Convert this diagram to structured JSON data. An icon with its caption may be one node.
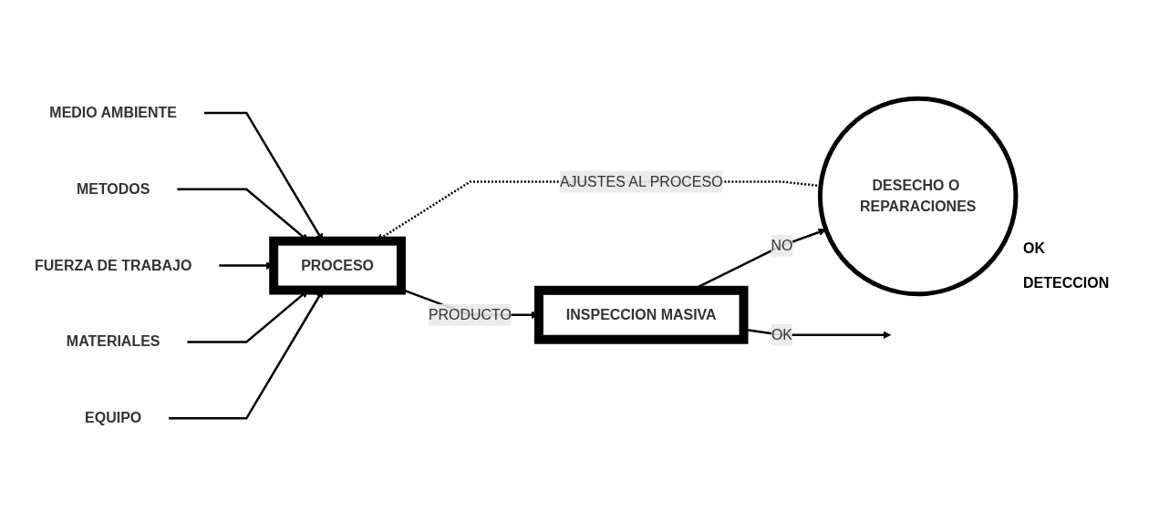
{
  "diagram": {
    "caption": "DETECCION",
    "nodes": [
      {
        "text": [
          "EQUIPO"
        ]
      },
      {
        "text": [
          "MATERIALES"
        ]
      },
      {
        "text": [
          "FUERZA DE TRABAJO"
        ]
      },
      {
        "text": [
          "METODOS"
        ]
      },
      {
        "text": [
          "MEDIO AMBIENTE"
        ]
      },
      {
        "text": [
          "PROCESO"
        ]
      },
      {
        "text": [
          "INSPECCION MASIVA"
        ]
      },
      {
        "text": [
          "DESECHO O REPARACIONES"
        ]
      }
    ],
    "edges": [
      {
        "from": 0,
        "to": 5,
        "arrow": "to"
      },
      {
        "from": 1,
        "to": 5,
        "arrow": "to"
      },
      {
        "from": 2,
        "to": 5,
        "arrow": "to"
      },
      {
        "from": 3,
        "to": 5,
        "arrow": "to"
      },
      {
        "from": 4,
        "to": 5,
        "arrow": "to"
      },
      {
        "from": 5,
        "to": 6,
        "label": "PRODUCTO",
        "arrow": "to"
      },
      {
        "from": 6,
        "to": 7,
        "label": "NO",
        "arrow": "to"
      },
      {
        "from": 7,
        "to": 5,
        "label": "AJUSTES AL PROCESO",
        "arrow": "to",
        "style": "dashed"
      },
      {
        "from": 6,
        "to": null,
        "label": "OK",
        "arrow": "to"
      }
    ],
    "labels": [
      "OK"
    ]
  }
}
